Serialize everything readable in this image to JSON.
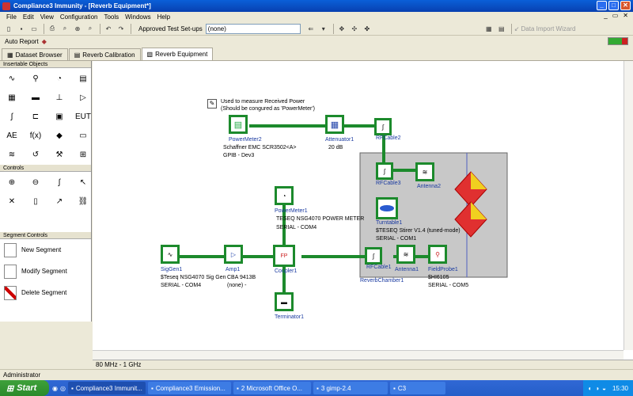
{
  "window": {
    "title": "Compliance3 Immunity - [Reverb Equipment*]"
  },
  "menu": {
    "items": [
      "File",
      "Edit",
      "View",
      "Configuration",
      "Tools",
      "Windows",
      "Help"
    ]
  },
  "toolbar": {
    "test_setups_label": "Approved Test Set-ups",
    "test_setups_value": "(none)",
    "data_import_label": "Data Import Wizard"
  },
  "toolbar2": {
    "auto_report": "Auto Report"
  },
  "tabs": [
    {
      "label": "Dataset Browser"
    },
    {
      "label": "Reverb Calibration"
    },
    {
      "label": "Reverb Equipment"
    }
  ],
  "panels": {
    "insertable_objects": "Insertable Objects",
    "controls": "Controls",
    "segment_controls": "Segment Controls"
  },
  "segment_items": [
    "New Segment",
    "Modify Segment",
    "Delete Segment"
  ],
  "insertable_icons": [
    {
      "name": "signal-generator-icon",
      "glyph": "∿"
    },
    {
      "name": "probe-icon",
      "glyph": "⚲"
    },
    {
      "name": "power-meter-icon",
      "glyph": "◔"
    },
    {
      "name": "monitor-icon",
      "glyph": "▤"
    },
    {
      "name": "chip-icon",
      "glyph": "▦"
    },
    {
      "name": "attenuator-icon",
      "glyph": "▬"
    },
    {
      "name": "dc-block-icon",
      "glyph": "⊥"
    },
    {
      "name": "amplifier-icon",
      "glyph": "▷"
    },
    {
      "name": "cable-icon",
      "glyph": "∫"
    },
    {
      "name": "switch-icon",
      "glyph": "⊏"
    },
    {
      "name": "pc-icon",
      "glyph": "▣"
    },
    {
      "name": "eut-icon",
      "glyph": "EUT"
    },
    {
      "name": "field-icon",
      "glyph": "AE"
    },
    {
      "name": "function-icon",
      "glyph": "f(x)"
    },
    {
      "name": "stirrer-icon",
      "glyph": "◆"
    },
    {
      "name": "box-icon",
      "glyph": "▭"
    },
    {
      "name": "antenna-icon",
      "glyph": "≋"
    },
    {
      "name": "rotate-icon",
      "glyph": "↺"
    },
    {
      "name": "tools-icon",
      "glyph": "⚒"
    },
    {
      "name": "resistor-icon",
      "glyph": "⊞"
    }
  ],
  "control_icons": [
    {
      "name": "zoom-in-icon",
      "glyph": "⊕"
    },
    {
      "name": "zoom-out-icon",
      "glyph": "⊖"
    },
    {
      "name": "curve-icon",
      "glyph": "∫"
    },
    {
      "name": "pointer-icon",
      "glyph": "↖"
    },
    {
      "name": "delete-icon",
      "glyph": "✕"
    },
    {
      "name": "device-icon",
      "glyph": "▯"
    },
    {
      "name": "graph-icon",
      "glyph": "↗"
    },
    {
      "name": "link-icon",
      "glyph": "⛓"
    }
  ],
  "diagram": {
    "note": [
      "Used to measure Received Power",
      "(Should be congured as 'PowerMeter')"
    ],
    "nodes": {
      "powermeter2": {
        "name": "PowerMeter2",
        "info1": "Schaffner EMC SCR3502<A>",
        "info2": "GPIB - Dev3"
      },
      "attenuator1": {
        "name": "Attenuator1",
        "info1": "20 dB"
      },
      "rfcable2": {
        "name": "RFCable2"
      },
      "rfcable3": {
        "name": "RFCable3"
      },
      "antenna2": {
        "name": "Antenna2"
      },
      "turntable1": {
        "name": "Turntable1",
        "info1": "$TESEQ Stirer V1.4 (tuned-mode)",
        "info2": "SERIAL - COM1"
      },
      "powermeter1": {
        "name": "PowerMeter1",
        "info1": "TESEQ NSG4070 POWER METER",
        "info2": "SERIAL - COM4"
      },
      "siggen1": {
        "name": "SigGen1",
        "info1": "$Teseq NSG4070 Sig Gen",
        "info2": "SERIAL - COM4"
      },
      "amp1": {
        "name": "Amp1",
        "info1": "CBA 9413B",
        "info2": "(none) -"
      },
      "coupler1": {
        "name": "Coupler1"
      },
      "rfcable1": {
        "name": "RFCable1"
      },
      "antenna1": {
        "name": "Antenna1"
      },
      "fieldprobe1": {
        "name": "FieldProbe1",
        "info1": "$HI6105",
        "info2": "SERIAL - COM5"
      },
      "reverbchamber1": {
        "name": "ReverbChamber1"
      },
      "terminator1": {
        "name": "Terminator1"
      }
    }
  },
  "status": {
    "frequency": "80 MHz - 1 GHz",
    "user": "Administrator"
  },
  "taskbar": {
    "start": "Start",
    "tasks": [
      "Compliance3 Immunit...",
      "Compliance3 Emission...",
      "2 Microsoft Office O...",
      "3 gimp-2.4",
      "C3"
    ],
    "clock": "15:30"
  },
  "colors": {
    "wire": "#1c8a2c",
    "chamber": "#c8c8c8"
  }
}
